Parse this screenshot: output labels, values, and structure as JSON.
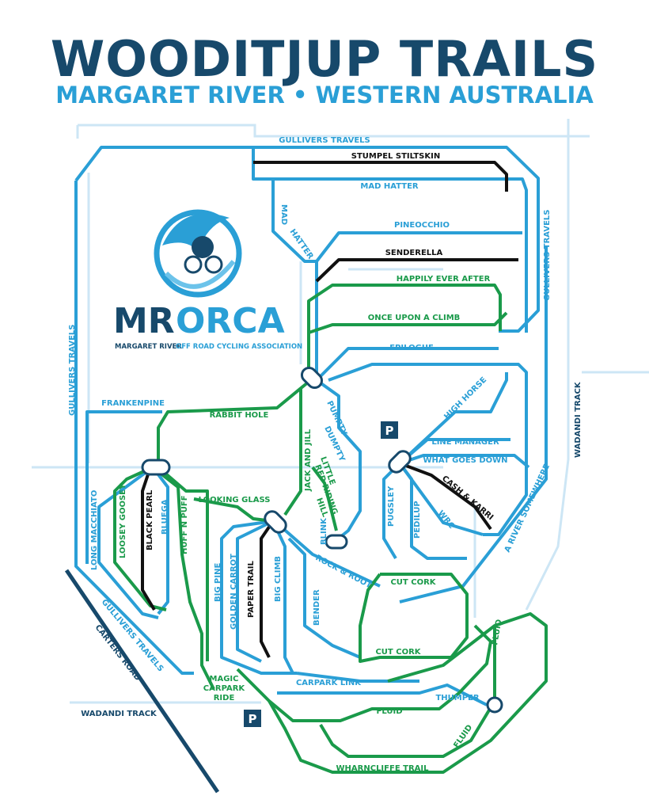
{
  "header": {
    "title": "WOODITJUP TRAILS",
    "subtitle": "MARGARET RIVER • WESTERN AUSTRALIA"
  },
  "logo": {
    "name_mr": "MR",
    "name_orca": "ORCA",
    "tagline_a": "MARGARET RIVER",
    "tagline_b": "OFF ROAD CYCLING ASSOCIATION"
  },
  "colors": {
    "blue_trail": "#2a9fd6",
    "green_trail": "#1a9a4a",
    "black_trail": "#111111",
    "road": "#17496b",
    "track": "#cde6f5"
  },
  "roads": {
    "carters": "CARTERS ROAD",
    "wadandi_bottom": "WADANDI TRACK",
    "wadandi_right": "WADANDI TRACK"
  },
  "parking": {
    "p1": "P",
    "p2": "P"
  },
  "trails": {
    "gullivers_top": "GULLIVERS TRAVELS",
    "stumpel": "STUMPEL STILTSKIN",
    "mad_hatter": "MAD HATTER",
    "mad": "MAD",
    "hatter": "HATTER",
    "pineocchio": "PINEOCCHIO",
    "senderella": "SENDERELLA",
    "happily": "HAPPILY EVER AFTER",
    "once_upon": "ONCE UPON A CLIMB",
    "epilogue": "EPILOGUE",
    "gullivers_right": "GULLIVERS TRAVELS",
    "gullivers_left": "GULLIVERS TRAVELS",
    "gullivers_bottom": "GULLIVERS TRAVELS",
    "frankenpine": "FRANKENPINE",
    "rabbit_hole": "RABBIT HOLE",
    "pumpty": "PUMPTY",
    "dumpty": "DUMPTY",
    "jack_jill": "JACK AND JILL",
    "little": "LITTLE",
    "red_riding": "RED RIDING",
    "hill": "HILL",
    "blink": "BLINK",
    "high_horse": "HIGH HORSE",
    "line_manager": "LINE MANAGER",
    "what_goes": "WHAT GOES DOWN",
    "cash_karri": "CASH & KARRI",
    "pugsley": "PUGSLEY",
    "pedilup": "PEDILUP",
    "wrc": "WRC",
    "a_river": "A RIVER SOMEWHERE",
    "long_macchiato": "LONG MACCHIATO",
    "loosey": "LOOSEY GOOSEY",
    "black_pearl": "BLACK PEARL",
    "bluega": "BLUEGA",
    "huff": "HUFF N PUFF",
    "looking_glass": "LOOKING GLASS",
    "big_pine": "BIG PINE",
    "golden_carrot": "GOLDEN CARROT",
    "paper_trail": "PAPER TRAIL",
    "big_climb": "BIG CLIMB",
    "bender": "BENDER",
    "rock_root": "ROCK & ROOT",
    "cut_cork_1": "CUT CORK",
    "cut_cork_2": "CUT CORK",
    "carpark_link": "CARPARK LINK",
    "magic": "MAGIC",
    "carpark": "CARPARK",
    "ride": "RIDE",
    "fluid_1": "FLUID",
    "fluid_2": "FLUID",
    "fluid_3": "FLUID",
    "thumper": "THUMPER",
    "wharncliffe": "WHARNCLIFFE TRAIL"
  }
}
